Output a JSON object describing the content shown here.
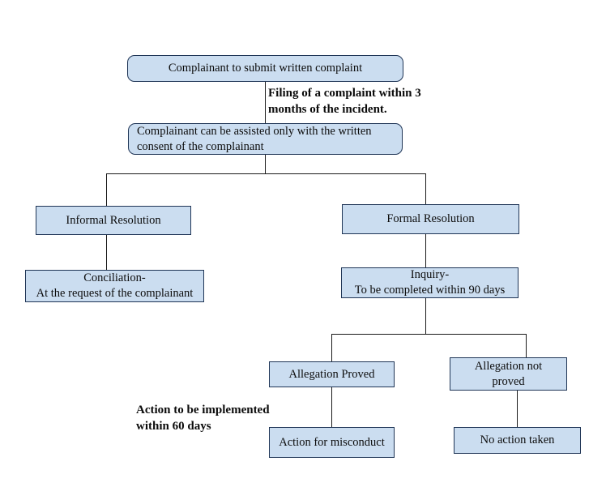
{
  "diagram": {
    "title": "Sexual harassment complaint resolution flowchart",
    "accent_fill": "#cbddf0",
    "border_color": "#1f3556",
    "connector_color": "#1b1b1b",
    "background": "#ffffff"
  },
  "nodes": [
    {
      "id": "submit-complaint",
      "label": "Complainant to submit written complaint"
    },
    {
      "id": "assisted-consent",
      "label": "Complainant can be assisted only with the written consent of the complainant"
    },
    {
      "id": "informal-resolution",
      "label": "Informal Resolution"
    },
    {
      "id": "formal-resolution",
      "label": "Formal Resolution"
    },
    {
      "id": "conciliation",
      "label": "Conciliation-\nAt the request of the complainant"
    },
    {
      "id": "inquiry",
      "label": "Inquiry-\nTo be completed within 90 days"
    },
    {
      "id": "allegation-proved",
      "label": "Allegation Proved"
    },
    {
      "id": "allegation-not-proved",
      "label": "Allegation not\nproved"
    },
    {
      "id": "action-for-misconduct",
      "label": "Action for misconduct"
    },
    {
      "id": "no-action-taken",
      "label": "No action taken"
    }
  ],
  "annotations": [
    {
      "id": "filing-deadline",
      "text": "Filing of a complaint within 3\nmonths of the incident."
    },
    {
      "id": "action-deadline",
      "text": "Action to be implemented\nwithin 60 days"
    }
  ]
}
